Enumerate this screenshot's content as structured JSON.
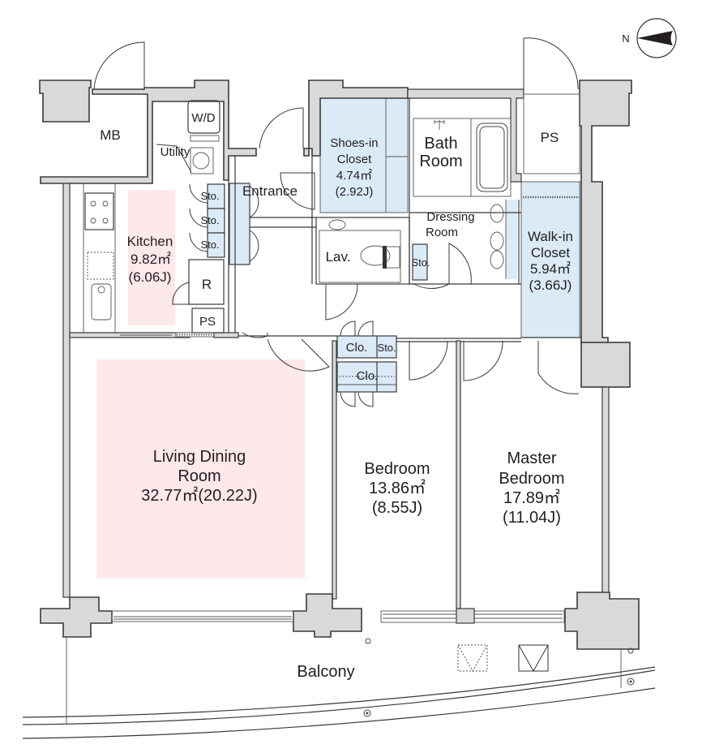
{
  "compass": {
    "direction_label": "N"
  },
  "rooms": {
    "mb": {
      "name": "MB"
    },
    "utility": {
      "name": "Utility"
    },
    "washer_dryer": {
      "name": "W/D"
    },
    "entrance": {
      "name": "Entrance"
    },
    "shoes_closet": {
      "name_line1": "Shoes-in",
      "name_line2": "Closet",
      "area_sqm": "4.74㎡",
      "area_j": "(2.92J)"
    },
    "bath": {
      "name_line1": "Bath",
      "name_line2": "Room"
    },
    "ps_top": {
      "name": "PS"
    },
    "dressing": {
      "name_line1": "Dressing",
      "name_line2": "Room"
    },
    "lav": {
      "name": "Lav."
    },
    "sto_dressing": {
      "name": "Sto."
    },
    "walk_in_closet": {
      "name_line1": "Walk-in",
      "name_line2": "Closet",
      "area_sqm": "5.94㎡",
      "area_j": "(3.66J)"
    },
    "kitchen": {
      "name": "Kitchen",
      "area_sqm": "9.82㎡",
      "area_j": "(6.06J)"
    },
    "sto_1": {
      "name": "Sto."
    },
    "sto_2": {
      "name": "Sto."
    },
    "sto_3": {
      "name": "Sto."
    },
    "refrigerator": {
      "name": "R"
    },
    "ps_kitchen": {
      "name": "PS"
    },
    "clo_1": {
      "name": "Clo."
    },
    "sto_hall": {
      "name": "Sto."
    },
    "clo_2": {
      "name": "Clo."
    },
    "living_dining": {
      "name_line1": "Living Dining",
      "name_line2": "Room",
      "area": "32.77㎡(20.22J)"
    },
    "bedroom": {
      "name": "Bedroom",
      "area_sqm": "13.86㎡",
      "area_j": "(8.55J)"
    },
    "master_bedroom": {
      "name_line1": "Master",
      "name_line2": "Bedroom",
      "area_sqm": "17.89㎡",
      "area_j": "(11.04J)"
    },
    "balcony": {
      "name": "Balcony"
    }
  },
  "colors": {
    "wall": "#d9d9d9",
    "storage": "#dbeaf7",
    "living_highlight": "#fde8ea",
    "ink": "#231f20"
  }
}
